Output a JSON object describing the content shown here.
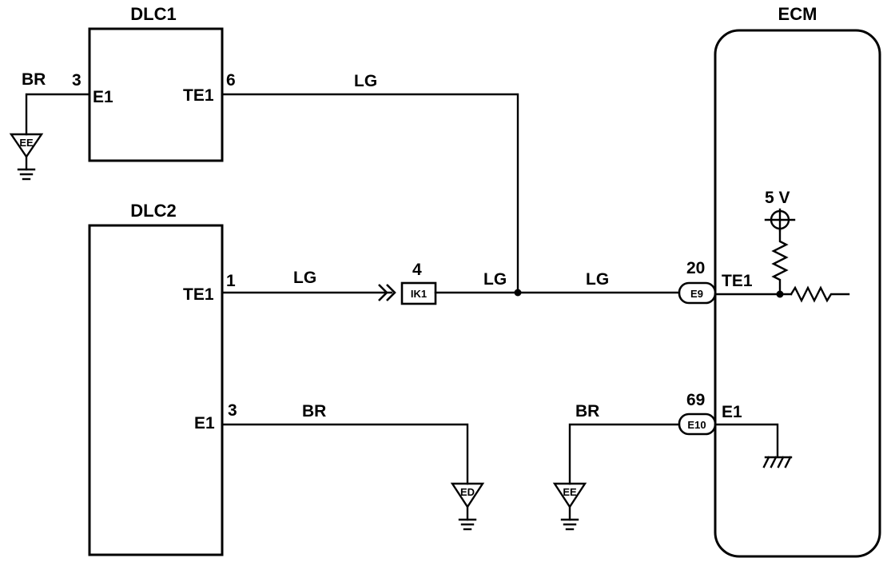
{
  "dlc1": {
    "title": "DLC1",
    "pins": {
      "e1": {
        "num": "3",
        "name": "E1"
      },
      "te1": {
        "num": "6",
        "name": "TE1"
      }
    }
  },
  "dlc2": {
    "title": "DLC2",
    "pins": {
      "te1": {
        "num": "1",
        "name": "TE1"
      },
      "e1": {
        "num": "3",
        "name": "E1"
      }
    }
  },
  "ecm": {
    "title": "ECM",
    "supply": "5 V",
    "pins": {
      "te1": {
        "num": "20",
        "name": "TE1",
        "connector": "E9"
      },
      "e1": {
        "num": "69",
        "name": "E1",
        "connector": "E10"
      }
    }
  },
  "junction": {
    "num": "4",
    "label": "IK1"
  },
  "wires": {
    "dlc1_ground": "BR",
    "dlc1_te1": "LG",
    "dlc2_te1": "LG",
    "junction_out": "LG",
    "to_ecm": "LG",
    "dlc2_ground": "BR",
    "ecm_ground": "BR"
  },
  "grounds": {
    "dlc1": "EE",
    "dlc2": "ED",
    "ecm": "EE"
  }
}
